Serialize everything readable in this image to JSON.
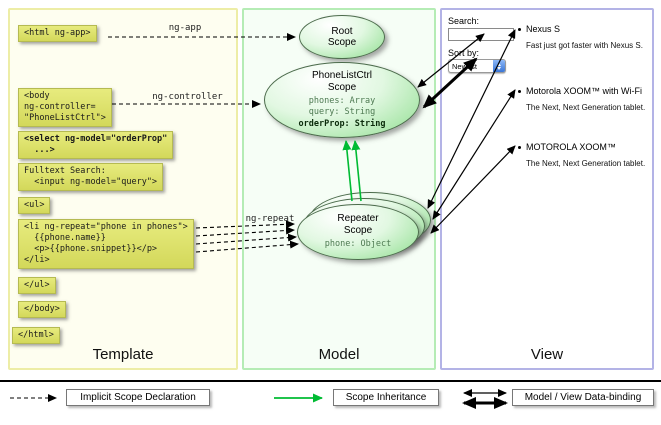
{
  "panels": {
    "template": {
      "label": "Template"
    },
    "model": {
      "label": "Model"
    },
    "view": {
      "label": "View"
    }
  },
  "template_code": {
    "html_open": "<html ng-app>",
    "body_open": "<body\nng-controller=\n\"PhoneListCtrl\">",
    "select": "<select ng-model=\"orderProp\"\n  ...>",
    "fulltext": "Fulltext Search:\n  <input ng-model=\"query\">",
    "ul_open": "<ul>",
    "li_repeat": "<li ng-repeat=\"phone in phones\">\n  {{phone.name}}\n  <p>{{phone.snippet}}</p>\n</li>",
    "ul_close": "</ul>",
    "body_close": "</body>",
    "html_close": "</html>"
  },
  "arrow_labels": {
    "ng_app": "ng-app",
    "ng_controller": "ng-controller",
    "ng_repeat": "ng-repeat"
  },
  "model": {
    "root_scope": {
      "title": "Root\nScope"
    },
    "phonelist_scope": {
      "title": "PhoneListCtrl\nScope",
      "prop_phones": "phones: Array",
      "prop_query": "query: String",
      "prop_orderprop": "orderProp: String"
    },
    "repeater_scope": {
      "title": "Repeater\nScope",
      "prop_phone": "phone: Object"
    }
  },
  "view": {
    "search_label": "Search:",
    "search_value": "",
    "sort_label": "Sort by:",
    "sort_value": "Newest",
    "items": [
      {
        "title": "Nexus S",
        "snippet": "Fast just got faster with Nexus S."
      },
      {
        "title": "Motorola XOOM™ with Wi-Fi",
        "snippet": "The Next, Next Generation tablet."
      },
      {
        "title": "MOTOROLA XOOM™",
        "snippet": "The Next, Next Generation tablet."
      }
    ]
  },
  "legend": {
    "implicit_scope": "Implicit Scope Declaration",
    "scope_inheritance": "Scope Inheritance",
    "data_binding": "Model / View Data-binding"
  },
  "colors": {
    "inheritance_green": "#00bb33",
    "code_box_yellow": "#dde068",
    "scope_green": "#8ede8e"
  }
}
